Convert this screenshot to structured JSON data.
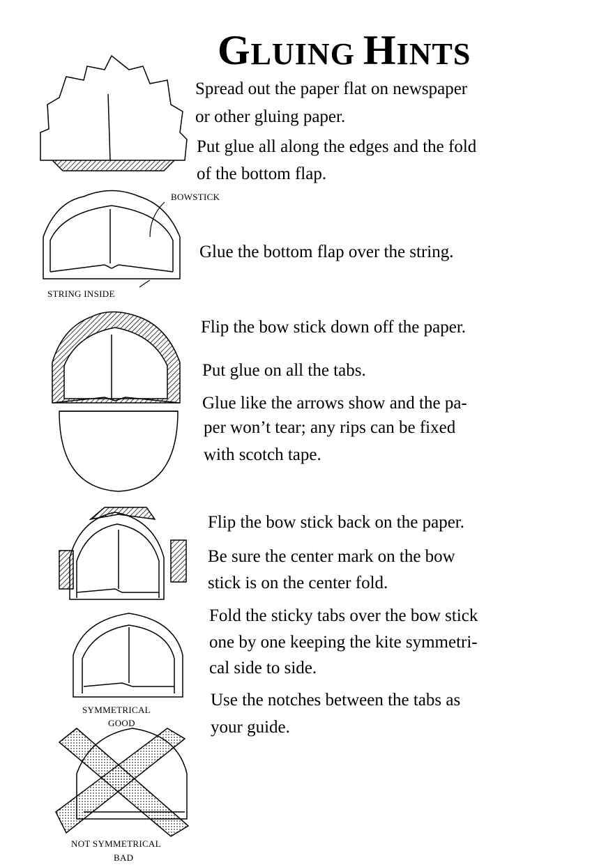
{
  "title": {
    "first_initial": "G",
    "first_rest": "LUING",
    "second_initial": "H",
    "second_rest": "INTS"
  },
  "steps": [
    {
      "lines": [
        "Spread out the paper flat  on newspaper",
        "or other gluing paper."
      ]
    },
    {
      "lines": [
        "Put glue all along the edges and the fold",
        "of the bottom flap."
      ]
    },
    {
      "lines": [
        "Glue the bottom flap over the string."
      ]
    },
    {
      "lines": [
        "Flip the bow stick down off the paper."
      ]
    },
    {
      "lines": [
        "Put glue on all the tabs."
      ]
    },
    {
      "lines": [
        "Glue like the arrows show and the pa-",
        "per won’t tear; any rips can be fixed",
        "with scotch tape."
      ]
    },
    {
      "lines": [
        "Flip the bow stick back on the paper."
      ]
    },
    {
      "lines": [
        "Be sure the center mark on the bow",
        "stick is on the center fold."
      ]
    },
    {
      "lines": [
        "Fold the sticky tabs over the bow stick",
        "one by one keeping the kite symmetri-",
        "cal side to side."
      ]
    },
    {
      "lines": [
        "Use the notches between the tabs as",
        "your guide."
      ]
    }
  ],
  "labels": {
    "bowstick": "BOWSTICK",
    "string_inside": "STRING INSIDE",
    "symmetrical": "SYMMETRICAL",
    "good": "GOOD",
    "not_symmetrical": "NOT SYMMETRICAL",
    "bad": "BAD"
  }
}
